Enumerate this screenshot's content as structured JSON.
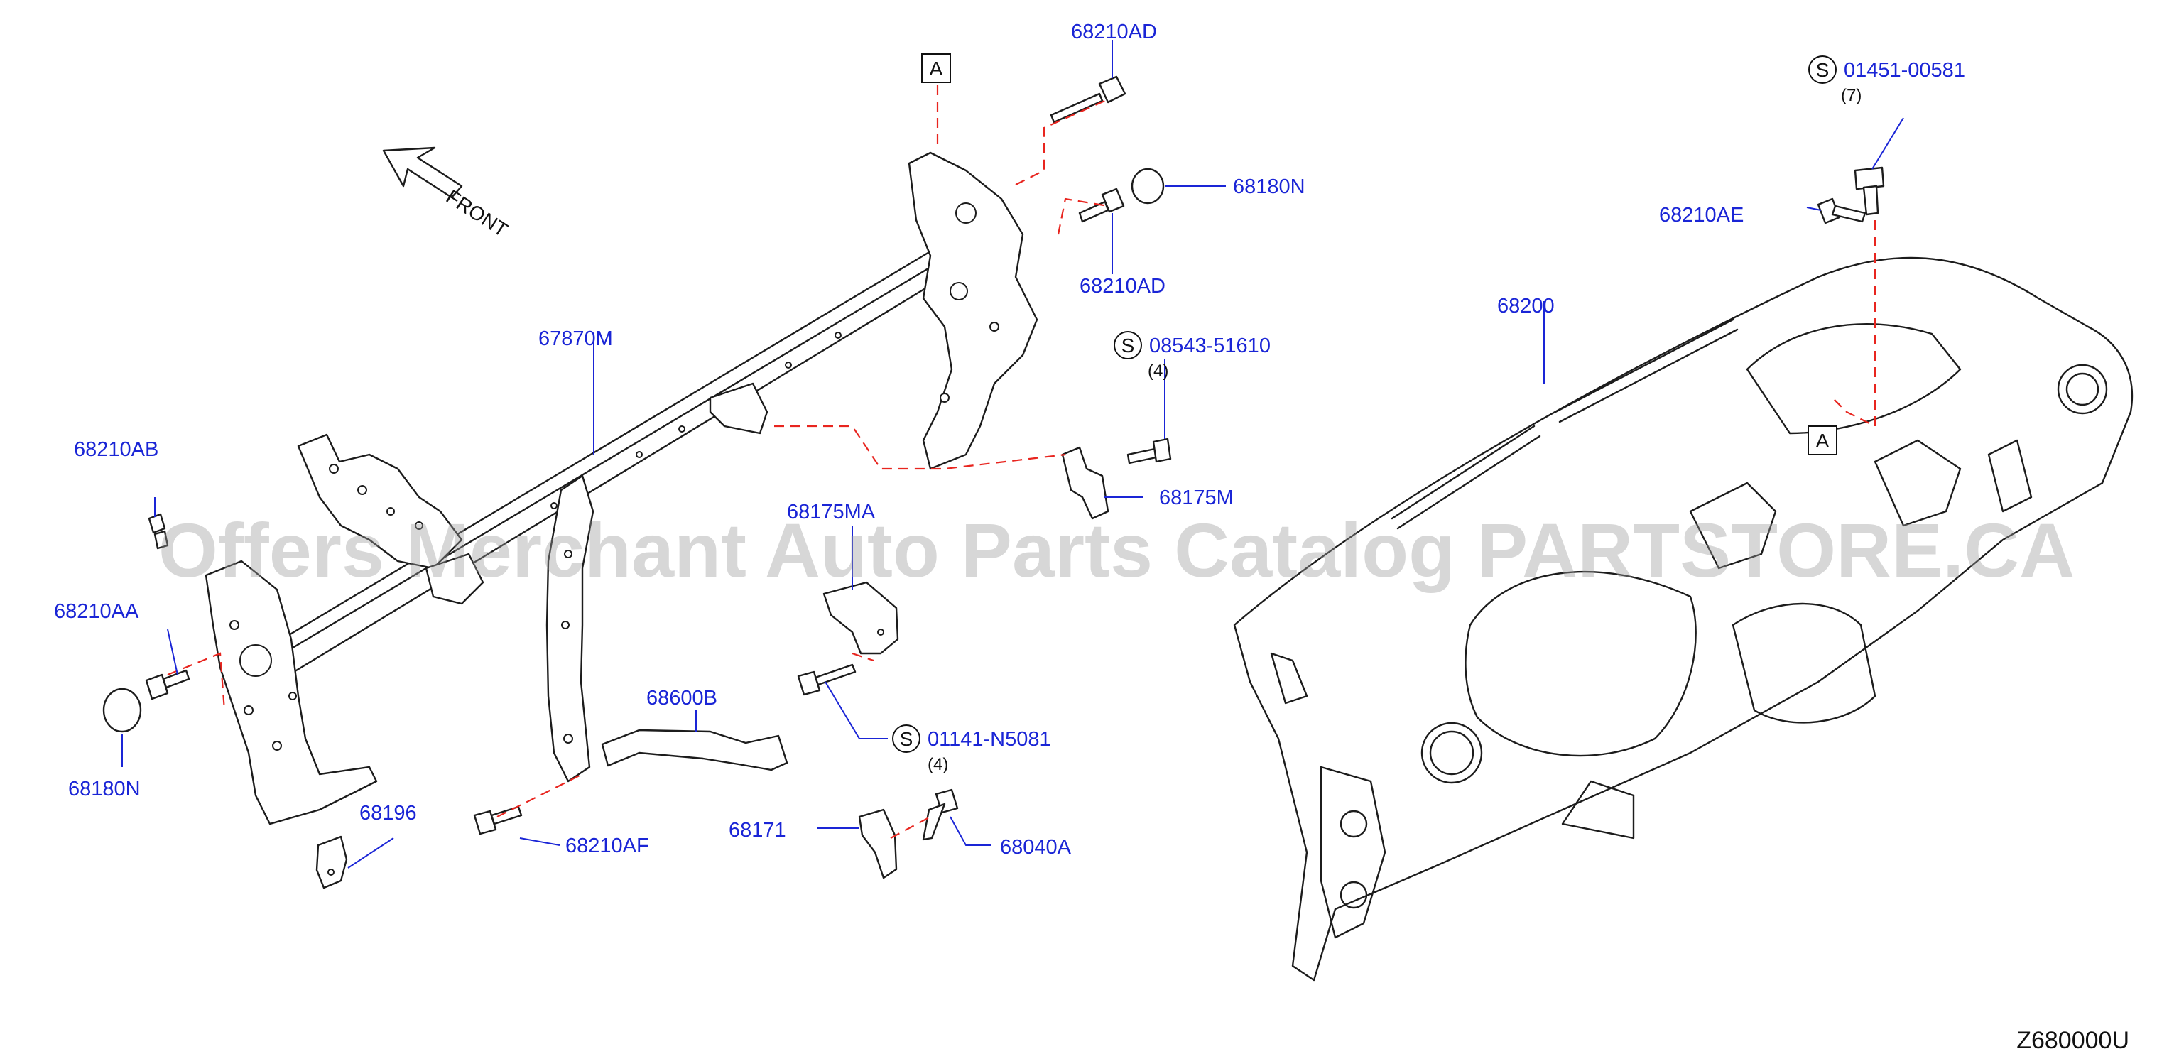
{
  "watermark": "Offers Merchant Auto Parts Catalog PARTSTORE.CA",
  "diagram_code": "Z680000U",
  "front_label": "FRONT",
  "reference_marker": "A",
  "standard_part_symbol": "S",
  "parts": {
    "p67870M": "67870M",
    "p68200": "68200",
    "p68210AB": "68210AB",
    "p68210AA": "68210AA",
    "p68180N_left": "68180N",
    "p68196": "68196",
    "p68210AF": "68210AF",
    "p68600B": "68600B",
    "p68175MA": "68175MA",
    "p68171": "68171",
    "p68040A": "68040A",
    "p68175M": "68175M",
    "p68210AD_top": "68210AD",
    "p68210AD_mid": "68210AD",
    "p68180N_right": "68180N",
    "p68210AE": "68210AE"
  },
  "standard_parts": {
    "s08543": {
      "number": "08543-51610",
      "qty": "(4)"
    },
    "s01141": {
      "number": "01141-N5081",
      "qty": "(4)"
    },
    "s01451": {
      "number": "01451-00581",
      "qty": "(7)"
    }
  }
}
